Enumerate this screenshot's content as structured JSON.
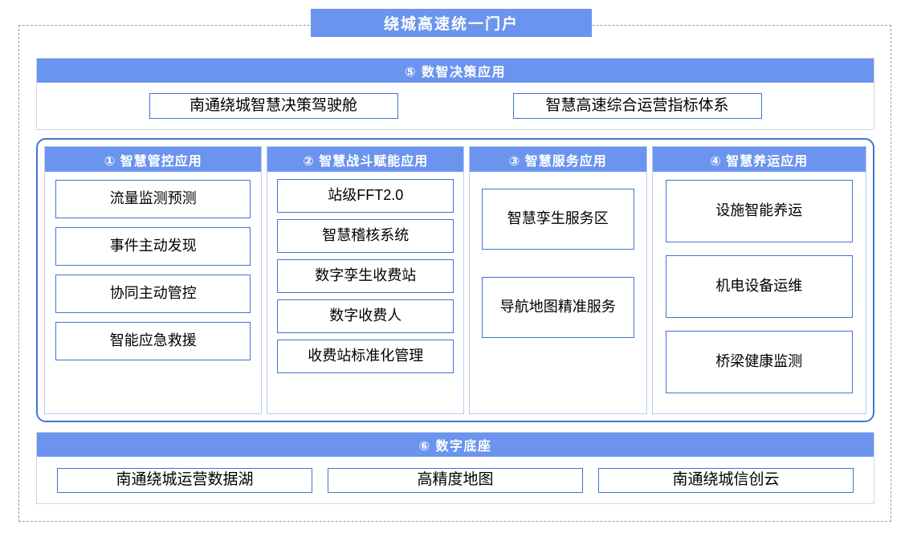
{
  "portal": {
    "title": "绕城高速统一门户"
  },
  "colors": {
    "band_blue": "#6b94ee",
    "box_border_blue": "#4472d4",
    "outer_dash_gray": "#9a9a9a",
    "text_black": "#000000",
    "band_text_white": "#ffffff"
  },
  "decision_section": {
    "header": "⑤  数智决策应用",
    "items": [
      {
        "label": "南通绕城智慧决策驾驶舱"
      },
      {
        "label": "智慧高速综合运营指标体系"
      }
    ]
  },
  "application_columns": [
    {
      "header": "①  智慧管控应用",
      "items": [
        {
          "label": "流量监测预测"
        },
        {
          "label": "事件主动发现"
        },
        {
          "label": "协同主动管控"
        },
        {
          "label": "智能应急救援"
        }
      ]
    },
    {
      "header": "②  智慧战斗赋能应用",
      "items": [
        {
          "label": "站级FFT2.0"
        },
        {
          "label": "智慧稽核系统"
        },
        {
          "label": "数字孪生收费站"
        },
        {
          "label": "数字收费人"
        },
        {
          "label": "收费站标准化管理"
        }
      ]
    },
    {
      "header": "③  智慧服务应用",
      "items": [
        {
          "label": "智慧孪生服务区"
        },
        {
          "label": "导航地图精准服务"
        }
      ]
    },
    {
      "header": "④  智慧养运应用",
      "items": [
        {
          "label": "设施智能养运"
        },
        {
          "label": "机电设备运维"
        },
        {
          "label": "桥梁健康监测"
        }
      ]
    }
  ],
  "base_section": {
    "header": "⑥  数字底座",
    "items": [
      {
        "label": "南通绕城运营数据湖"
      },
      {
        "label": "高精度地图"
      },
      {
        "label": "南通绕城信创云"
      }
    ]
  }
}
